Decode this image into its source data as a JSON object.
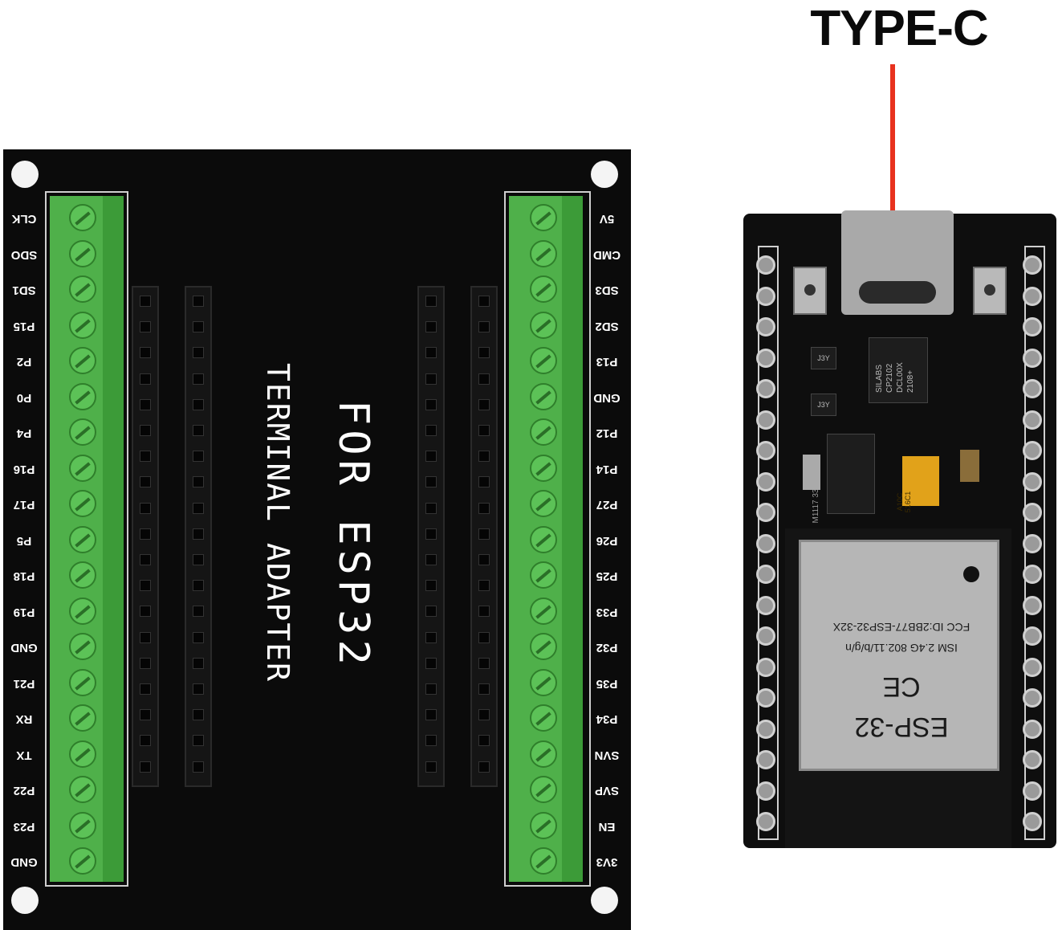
{
  "header": {
    "title": "TYPE-C"
  },
  "adapter": {
    "title_line1": "FOR ESP32",
    "title_line2": "TERMINAL ADAPTER",
    "left_pins": [
      "CLK",
      "SDO",
      "SD1",
      "P15",
      "P2",
      "P0",
      "P4",
      "P16",
      "P17",
      "P5",
      "P18",
      "P19",
      "GND",
      "P21",
      "RX",
      "TX",
      "P22",
      "P23",
      "GND"
    ],
    "right_pins": [
      "5V",
      "CMD",
      "SD3",
      "SD2",
      "P13",
      "GND",
      "P12",
      "P14",
      "P27",
      "P26",
      "P25",
      "P33",
      "P32",
      "P35",
      "P34",
      "SVN",
      "SVP",
      "EN",
      "3V3"
    ]
  },
  "module": {
    "chip_text": "SILABS CP2102 DCL00X 2108+",
    "cap_text": "A10C 516C1",
    "reg_text": "M1117 33",
    "shield_name": "ESP-32",
    "shield_ism": "ISM  2.4G 802.11/b/g/n",
    "shield_fcc": "FCC ID:2BB77-ESP32-32X",
    "shield_ce": "CE",
    "diode_labels": [
      "J3Y",
      "J3Y"
    ]
  }
}
